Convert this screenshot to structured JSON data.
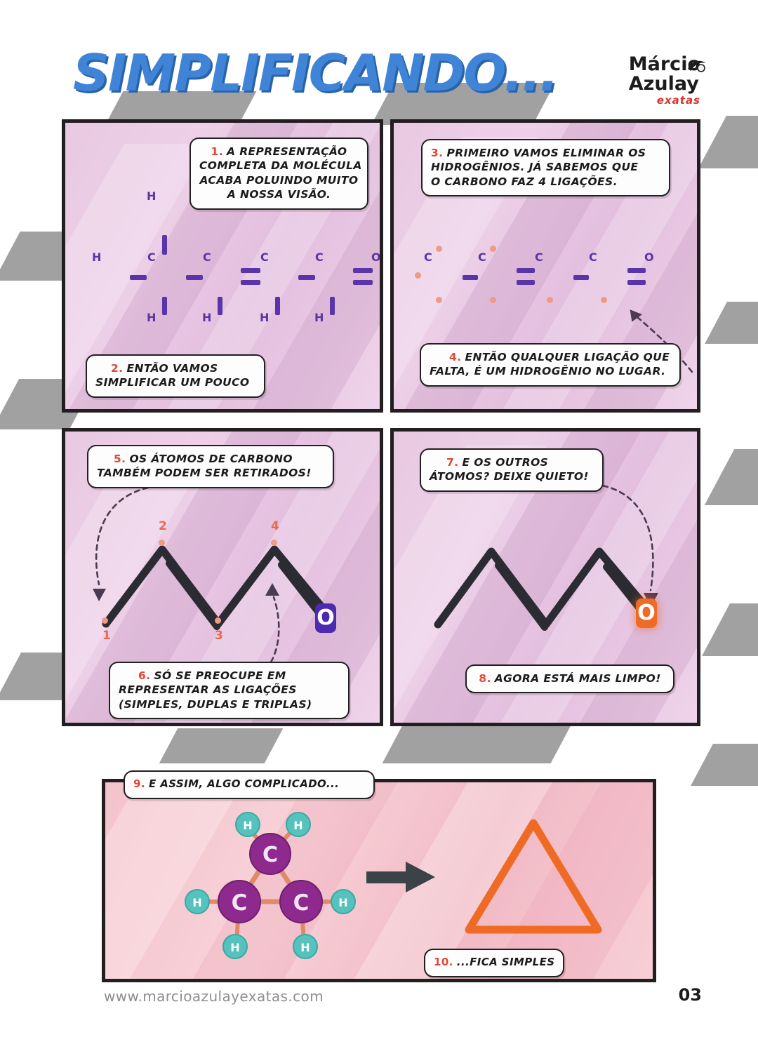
{
  "header": {
    "title": "SIMPLIFICANDO...",
    "title_color": "#3f84d6",
    "logo_line1": "Márcio",
    "logo_line2": "Azulay",
    "logo_line3": "exatas",
    "logo_accent_color": "#d6352b"
  },
  "panels": {
    "p1": {
      "callout1": {
        "number": "1.",
        "lines": [
          "A REPRESENTAÇÃO",
          "COMPLETA DA MOLÉCULA",
          "ACABA POLUINDO MUITO",
          "A NOSSA VISÃO."
        ]
      },
      "callout2": {
        "number": "2.",
        "lines": [
          "ENTÃO VAMOS",
          "SIMPLIFICAR UM POUCO"
        ]
      },
      "molecule": {
        "type": "full-structural-formula",
        "main_chain": [
          "H",
          "C",
          "C",
          "C",
          "C",
          "O"
        ],
        "main_bonds": [
          "single",
          "single",
          "double",
          "single",
          "double"
        ],
        "top_hydrogen": "H",
        "bottom_hydrogens": [
          "H",
          "H",
          "H",
          "H"
        ],
        "atom_color": "#5a34a8"
      }
    },
    "p2": {
      "callout3": {
        "number": "3.",
        "lines": [
          "PRIMEIRO VAMOS ELIMINAR OS",
          "HIDROGÊNIOS. JÁ SABEMOS QUE",
          "O CARBONO FAZ 4 LIGAÇÕES."
        ]
      },
      "callout4": {
        "number": "4.",
        "lines": [
          "ENTÃO QUALQUER LIGAÇÃO QUE",
          "FALTA, É UM HIDROGÊNIO NO LUGAR."
        ]
      },
      "molecule": {
        "type": "condensed-formula-no-hydrogens",
        "main_chain": [
          "C",
          "C",
          "C",
          "C",
          "O"
        ],
        "main_bonds": [
          "single",
          "double",
          "single",
          "double"
        ],
        "hydrogen_dot_color": "#ef9a83",
        "atom_color": "#5a34a8"
      }
    },
    "p3": {
      "callout5": {
        "number": "5.",
        "lines": [
          "OS ÁTOMOS DE CARBONO",
          "TAMBÉM PODEM SER RETIRADOS!"
        ]
      },
      "callout6": {
        "number": "6.",
        "lines": [
          "SÓ SE PREOCUPE EM",
          "REPRESENTAR AS LIGAÇÕES",
          "(SIMPLES, DUPLAS E TRIPLAS)"
        ]
      },
      "skeleton": {
        "type": "skeletal-formula-numbered",
        "vertex_numbers": [
          "1",
          "2",
          "3",
          "4"
        ],
        "bonds": [
          "single",
          "double",
          "single",
          "double"
        ],
        "terminal_atom": "O",
        "terminal_atom_color": "#4d2bb0",
        "number_color": "#e86a4c"
      }
    },
    "p4": {
      "callout7": {
        "number": "7.",
        "lines": [
          "E OS OUTROS",
          "ÁTOMOS? DEIXE QUIETO!"
        ]
      },
      "callout8": {
        "number": "8.",
        "lines": [
          "AGORA ESTÁ MAIS LIMPO!"
        ]
      },
      "skeleton": {
        "type": "skeletal-formula-clean",
        "bonds": [
          "single",
          "double",
          "single",
          "double"
        ],
        "terminal_atom": "O",
        "terminal_atom_color": "#ef6a24"
      }
    },
    "p5": {
      "callout9": {
        "number": "9.",
        "lines": [
          "E ASSIM, ALGO COMPLICADO..."
        ]
      },
      "callout10": {
        "number": "10.",
        "lines": [
          "...FICA SIMPLES"
        ]
      },
      "ball_and_stick": {
        "molecule": "cyclopropane",
        "carbon_label": "C",
        "hydrogen_label": "H",
        "carbon_count": 3,
        "hydrogen_count": 6,
        "carbon_color": "#8e2a8e",
        "hydrogen_color": "#55c2bd",
        "bond_color": "#e08a6a"
      },
      "result": {
        "shape": "triangle",
        "shape_color": "#ef6a24",
        "arrow_color": "#3c4348"
      }
    }
  },
  "footer": {
    "url": "www.marcioazulayexatas.com",
    "page_number": "03"
  }
}
